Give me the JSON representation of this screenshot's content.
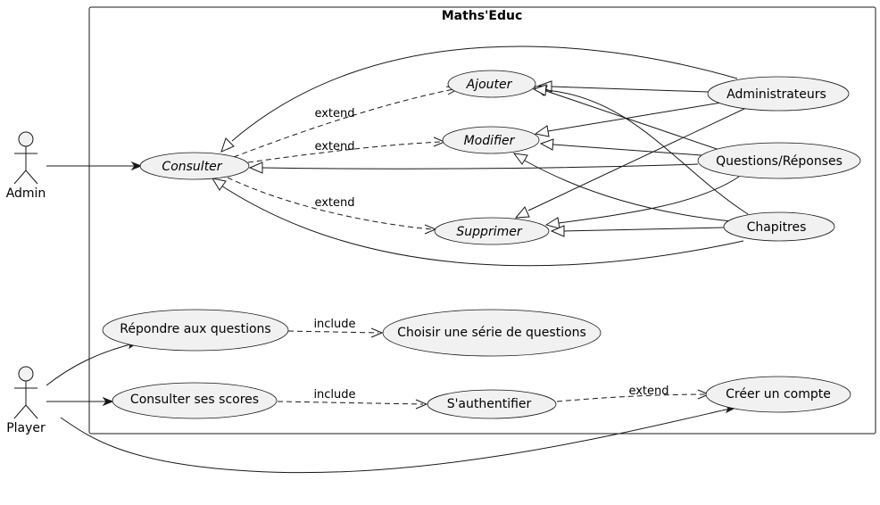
{
  "system": {
    "title": "Maths'Educ"
  },
  "actors": {
    "admin": "Admin",
    "player": "Player"
  },
  "usecases": {
    "consulter": "Consulter",
    "ajouter": "Ajouter",
    "modifier": "Modifier",
    "supprimer": "Supprimer",
    "administrateurs": "Administrateurs",
    "questions_reponses": "Questions/Réponses",
    "chapitres": "Chapitres",
    "repondre": "Répondre aux questions",
    "choisir": "Choisir une série de questions",
    "consulter_scores": "Consulter ses scores",
    "authentifier": "S'authentifier",
    "creer_compte": "Créer un compte"
  },
  "relations": {
    "extend_ajouter": "extend",
    "extend_modifier": "extend",
    "extend_supprimer": "extend",
    "include_choisir": "include",
    "include_auth": "include",
    "extend_creer": "extend"
  }
}
